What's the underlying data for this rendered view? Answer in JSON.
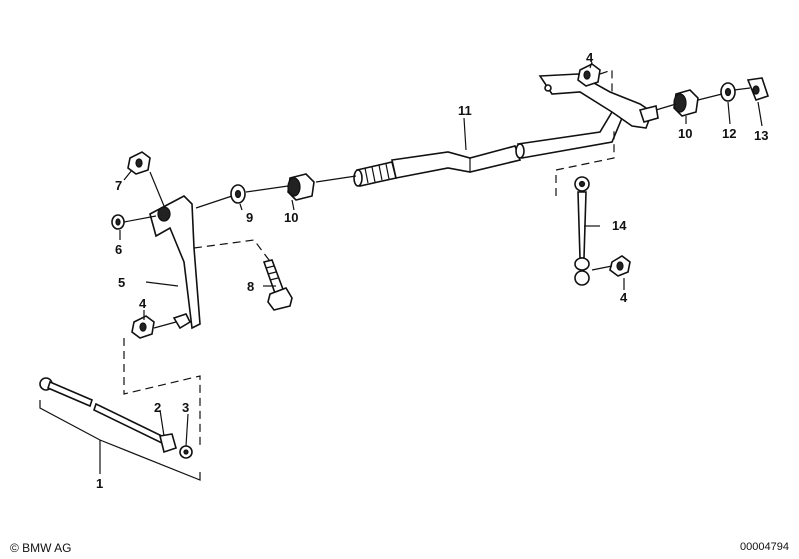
{
  "labels": {
    "p1": "1",
    "p2": "2",
    "p3": "3",
    "p4a": "4",
    "p4b": "4",
    "p4c": "4",
    "p5": "5",
    "p6": "6",
    "p7": "7",
    "p8": "8",
    "p9": "9",
    "p10a": "10",
    "p10b": "10",
    "p11": "11",
    "p12": "12",
    "p13": "13",
    "p14": "14"
  },
  "footer": {
    "copyright": "© BMW AG",
    "doc_number": "00004794"
  }
}
